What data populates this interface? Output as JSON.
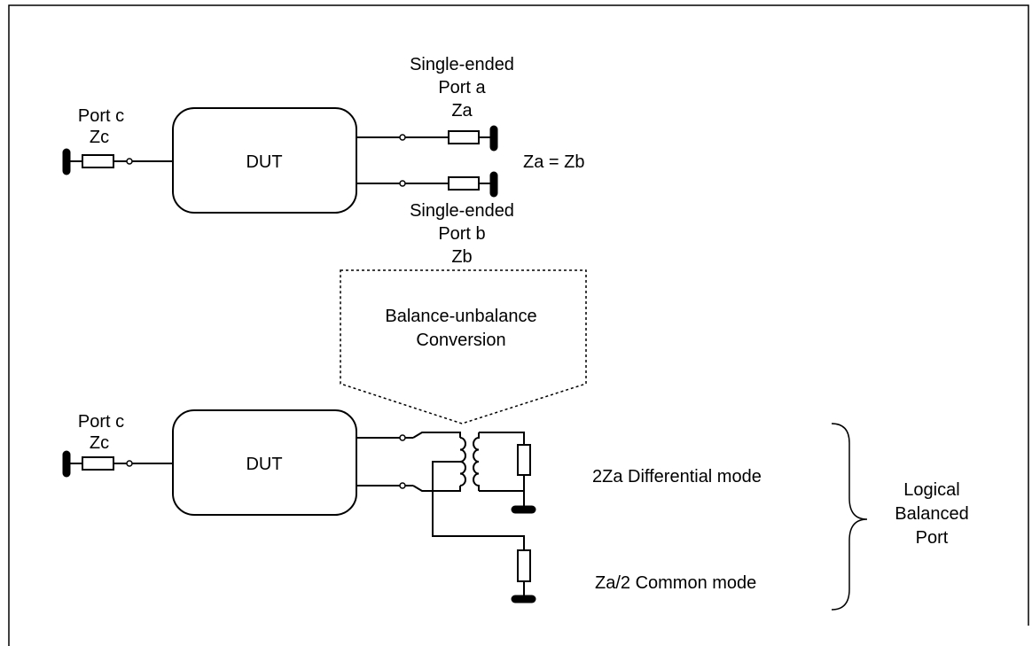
{
  "top_circuit": {
    "port_c_label": "Port c",
    "zc_label": "Zc",
    "dut_label": "DUT",
    "port_a_line1": "Single-ended",
    "port_a_line2": "Port a",
    "za_label": "Za",
    "port_b_line1": "Single-ended",
    "port_b_line2": "Port b",
    "zb_label": "Zb",
    "equality_label": "Za = Zb"
  },
  "conversion": {
    "line1": "Balance-unbalance",
    "line2": "Conversion"
  },
  "bottom_circuit": {
    "port_c_label": "Port c",
    "zc_label": "Zc",
    "dut_label": "DUT",
    "differential_label": "2Za Differential mode",
    "common_label": "Za/2 Common mode",
    "balanced_line1": "Logical",
    "balanced_line2": "Balanced",
    "balanced_line3": "Port"
  }
}
